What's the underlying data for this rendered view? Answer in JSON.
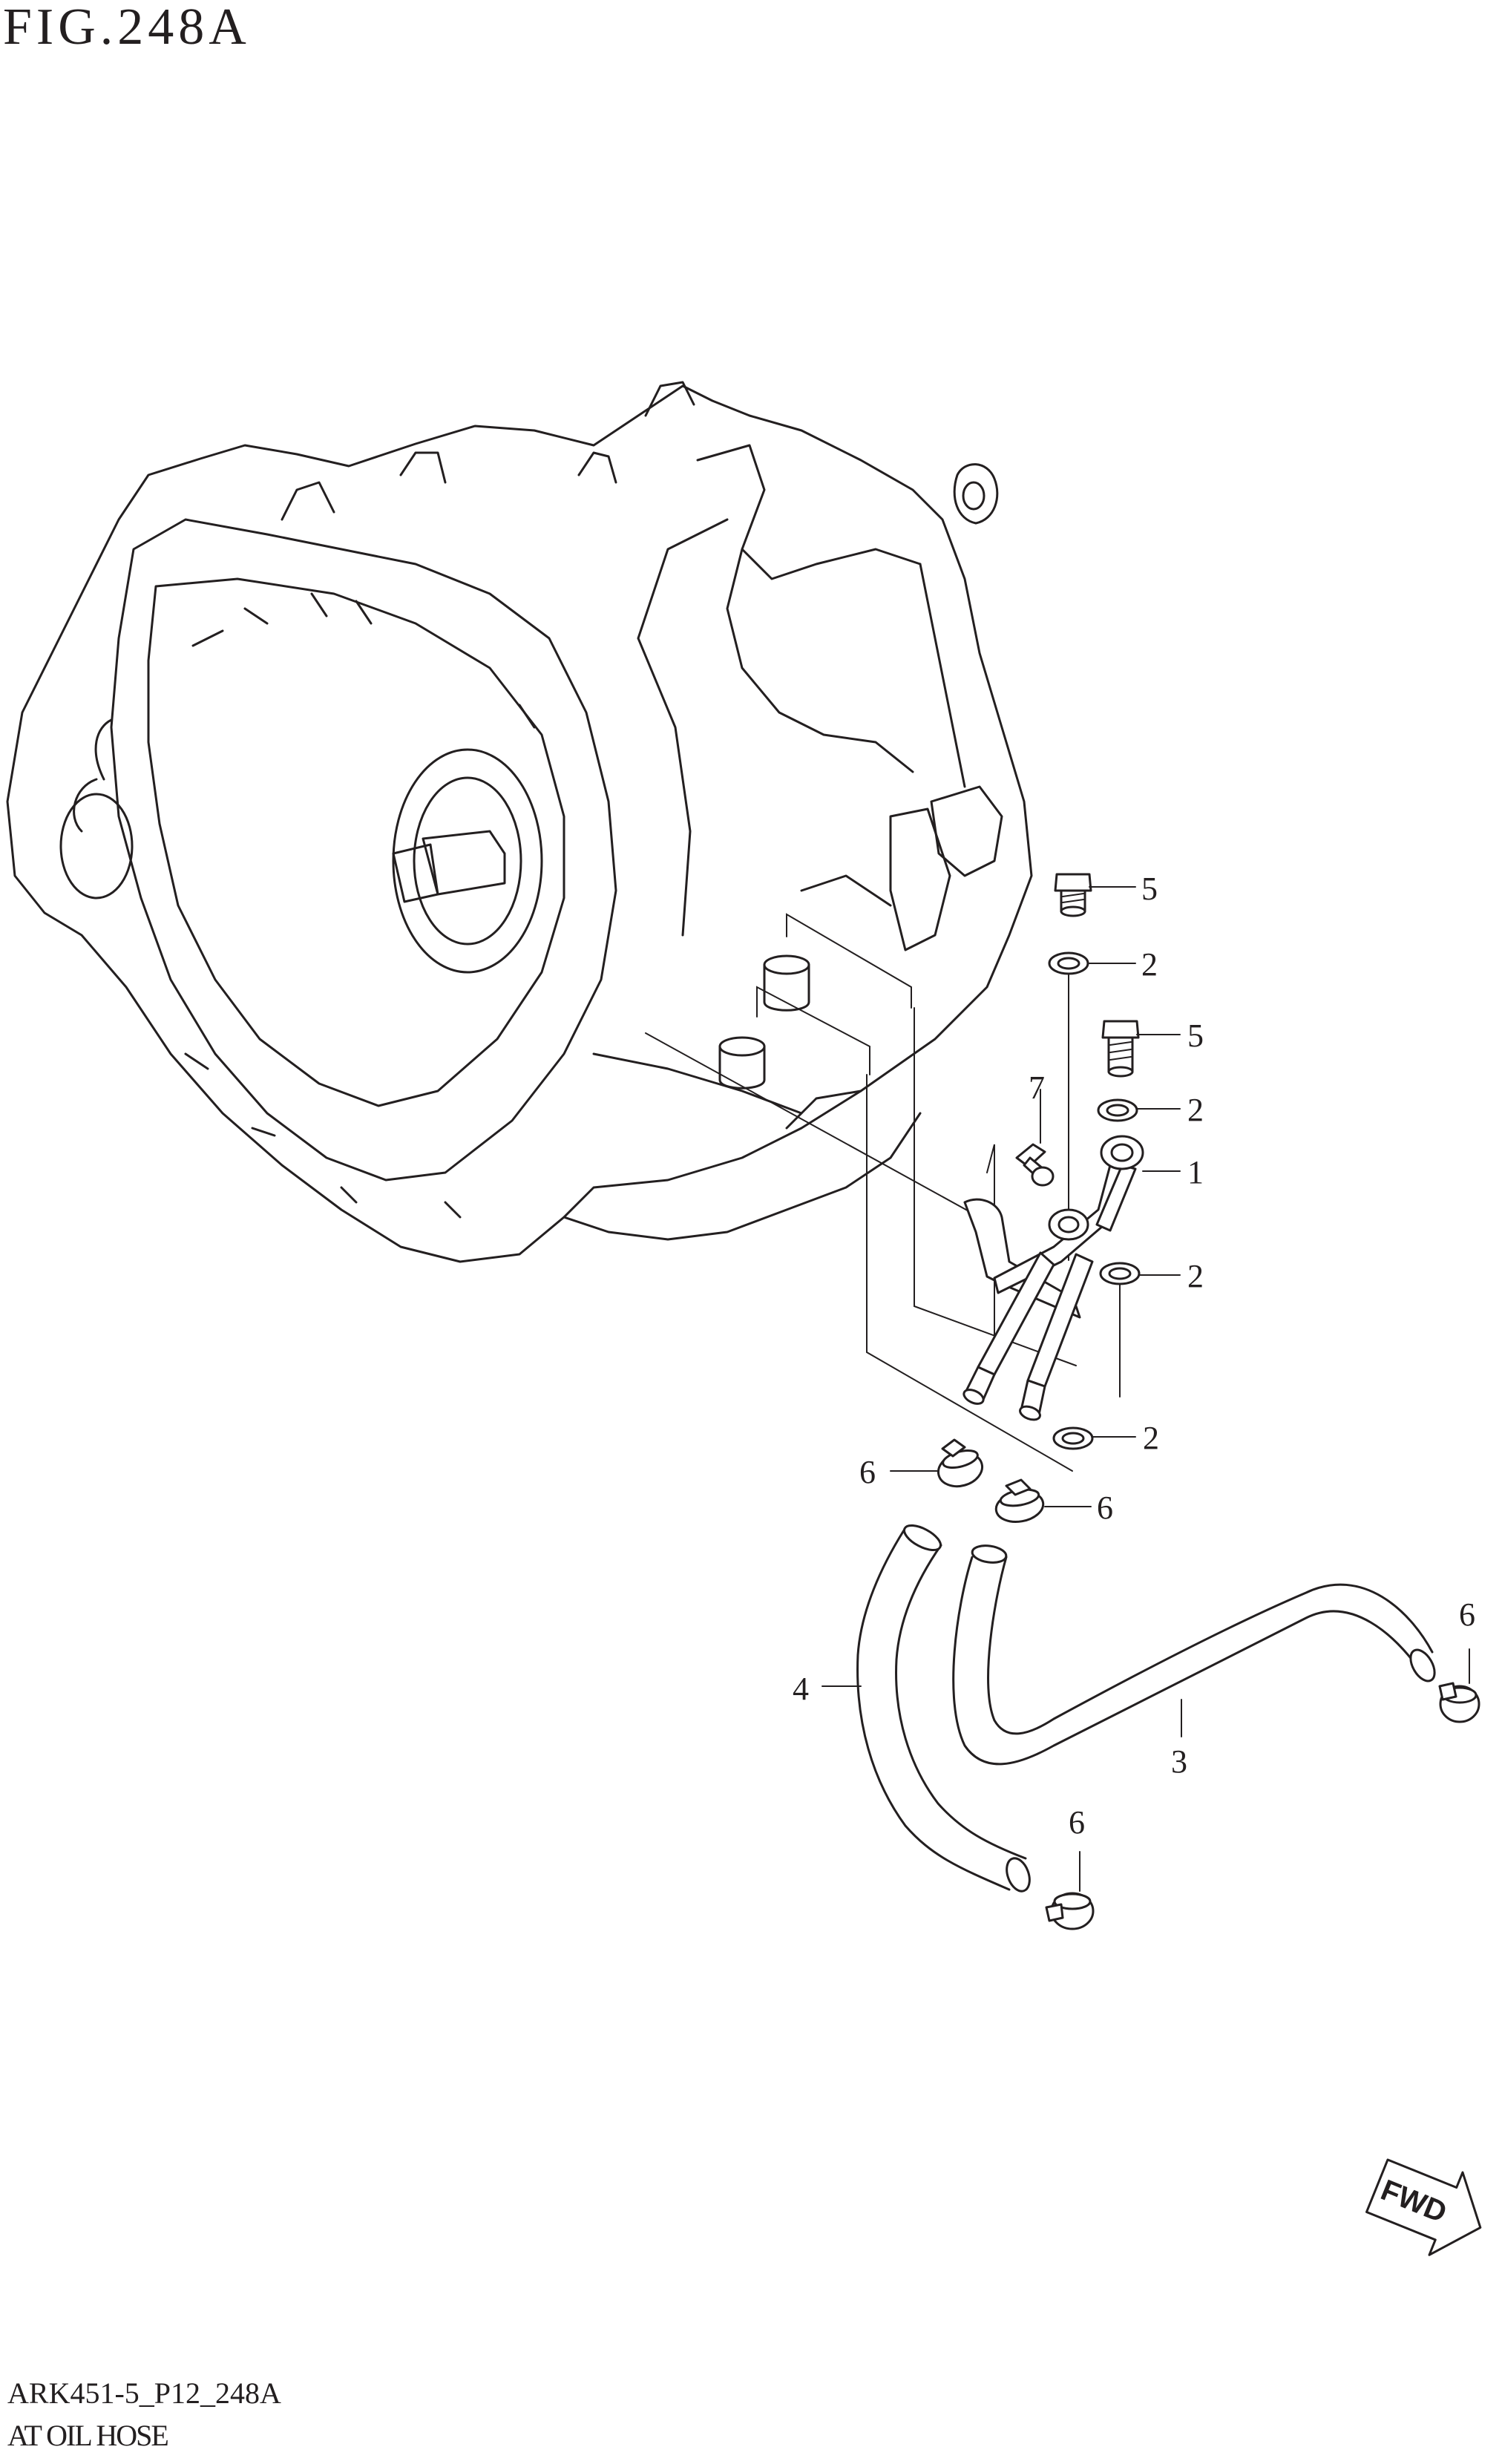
{
  "figure": {
    "title": "FIG.248A"
  },
  "callouts": [
    "1",
    "2",
    "2",
    "2",
    "2",
    "3",
    "4",
    "5",
    "5",
    "6",
    "6",
    "6",
    "6",
    "7"
  ],
  "direction_marker": {
    "label": "FWD"
  },
  "footer": {
    "code": "ARK451-5_P12_248A",
    "name": "AT OIL HOSE"
  }
}
